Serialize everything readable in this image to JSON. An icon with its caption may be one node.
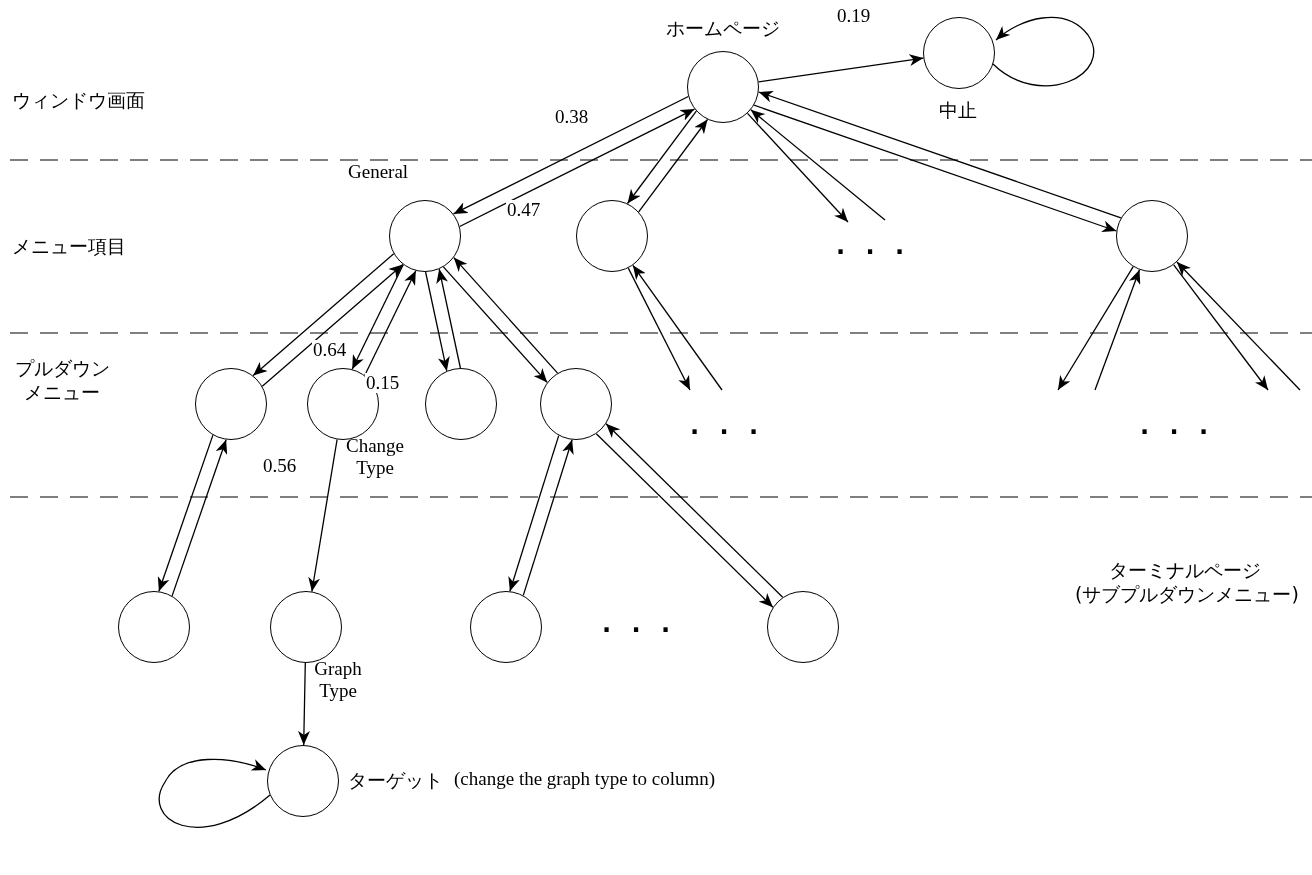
{
  "diagram": {
    "nodes": [
      {
        "text": [
          "ホームページ"
        ]
      },
      {
        "text": [
          "中止"
        ]
      },
      {
        "text": [
          "General"
        ]
      },
      {
        "text": [],
        "shape": "circle"
      },
      {
        "text": [],
        "shape": "circle"
      },
      {
        "text": [],
        "shape": "circle"
      },
      {
        "text": [
          "Change Type"
        ]
      },
      {
        "text": [],
        "shape": "circle"
      },
      {
        "text": [],
        "shape": "circle"
      },
      {
        "text": [],
        "shape": "circle"
      },
      {
        "text": [
          "Graph Type"
        ]
      },
      {
        "text": [],
        "shape": "circle"
      },
      {
        "text": [],
        "shape": "circle"
      },
      {
        "text": [
          "ターゲット",
          "(change the graph type to column)"
        ]
      }
    ],
    "edges": [
      {
        "from": 0,
        "to": 1,
        "arrow": "to",
        "label": "0.19"
      },
      {
        "from": 1,
        "to": 1,
        "arrow": "to"
      },
      {
        "from": 0,
        "to": 2,
        "arrow": "to",
        "label": "0.38"
      },
      {
        "from": 2,
        "to": 0,
        "arrow": "to",
        "label": "0.47"
      },
      {
        "from": 0,
        "to": 3,
        "arrow": "to"
      },
      {
        "from": 3,
        "to": 0,
        "arrow": "to"
      },
      {
        "from": 0,
        "to": null,
        "arrow": "to"
      },
      {
        "from": null,
        "to": 0,
        "arrow": "to"
      },
      {
        "from": 0,
        "to": 4,
        "arrow": "to"
      },
      {
        "from": 4,
        "to": 0,
        "arrow": "to"
      },
      {
        "from": 2,
        "to": 5,
        "arrow": "to"
      },
      {
        "from": 5,
        "to": 2,
        "arrow": "to"
      },
      {
        "from": 2,
        "to": 6,
        "arrow": "to",
        "label": "0.64"
      },
      {
        "from": 6,
        "to": 2,
        "arrow": "to",
        "label": "0.15"
      },
      {
        "from": 2,
        "to": 7,
        "arrow": "to"
      },
      {
        "from": 7,
        "to": 2,
        "arrow": "to"
      },
      {
        "from": 2,
        "to": 8,
        "arrow": "to"
      },
      {
        "from": 8,
        "to": 2,
        "arrow": "to"
      },
      {
        "from": 3,
        "to": null,
        "arrow": "to"
      },
      {
        "from": null,
        "to": 3,
        "arrow": "to"
      },
      {
        "from": 4,
        "to": null,
        "arrow": "to"
      },
      {
        "from": null,
        "to": 4,
        "arrow": "to"
      },
      {
        "from": 4,
        "to": null,
        "arrow": "to"
      },
      {
        "from": null,
        "to": 4,
        "arrow": "to"
      },
      {
        "from": 5,
        "to": 9,
        "arrow": "to"
      },
      {
        "from": 9,
        "to": 5,
        "arrow": "to"
      },
      {
        "from": 6,
        "to": 10,
        "arrow": "to",
        "label": "0.56"
      },
      {
        "from": 10,
        "to": 13,
        "arrow": "to"
      },
      {
        "from": 13,
        "to": 13,
        "arrow": "to"
      },
      {
        "from": 8,
        "to": 11,
        "arrow": "to"
      },
      {
        "from": 11,
        "to": 8,
        "arrow": "to"
      },
      {
        "from": 8,
        "to": 12,
        "arrow": "to"
      },
      {
        "from": 12,
        "to": 8,
        "arrow": "to"
      }
    ],
    "labels": [
      "ウィンドウ画面",
      "メニュー項目",
      "プルダウンメニュー",
      "ターミナルページ (サブプルダウンメニュー)",
      "· · ·",
      "· · ·",
      "· · ·",
      "· · ·"
    ]
  }
}
